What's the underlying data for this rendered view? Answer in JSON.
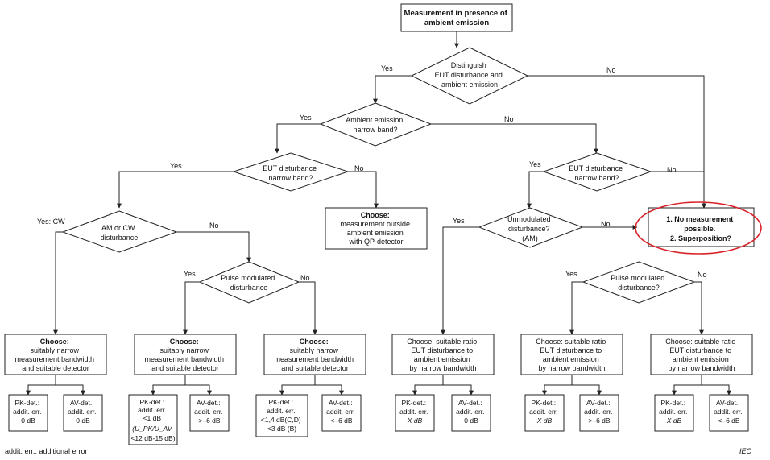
{
  "nodes": {
    "start": [
      "Measurement  in presence of",
      "ambient emission"
    ],
    "d_distinguish": [
      "Distinguish",
      "EUT disturbance and",
      "ambient emission"
    ],
    "d_ambient_nb": [
      "Ambient emission",
      "narrow band?"
    ],
    "d_eut_nb_left": [
      "EUT disturbance",
      "narrow band?"
    ],
    "d_eut_nb_right": [
      "EUT disturbance",
      "narrow band?"
    ],
    "d_am_cw": [
      "AM or CW",
      "disturbance"
    ],
    "d_pulse_left": [
      "Pulse modulated",
      "disturbance"
    ],
    "d_unmod": [
      "Unmodulated",
      "disturbance?",
      "(AM)"
    ],
    "d_pulse_right": [
      "Pulse modulated",
      "disturbance?"
    ],
    "choose_outside": [
      "Choose:",
      "measurement outside",
      "ambient emission",
      "with QP-detector"
    ],
    "no_measurement": [
      "1. No measurement",
      "possible.",
      "2. Superposition?"
    ],
    "c1": [
      "Choose:",
      "suitably narrow",
      "measurement bandwidth",
      "and  suitable detector"
    ],
    "c2": [
      "Choose:",
      "suitably narrow",
      "measurement bandwidth",
      "and suitable detector"
    ],
    "c3": [
      "Choose:",
      "suitably narrow",
      "measurement bandwidth",
      "and  suitable detector"
    ],
    "c4": [
      "Choose:  suitable ratio",
      "EUT disturbance to",
      "ambient emission",
      "by narrow bandwidth"
    ],
    "c5": [
      "Choose:  suitable ratio",
      "EUT disturbance to",
      "ambient emission",
      "by narrow bandwidth"
    ],
    "c6": [
      "Choose:  suitable  ratio",
      "EUT disturbance to",
      "ambient emission",
      "by narrow bandwidth"
    ],
    "r1_pk": [
      "PK-det.:",
      "addit. err.",
      "0 dB"
    ],
    "r1_av": [
      "AV-det.:",
      "addit. err.",
      "0 dB"
    ],
    "r2_pk": [
      "PK-det.:",
      "addit. err.",
      "<1 dB",
      "(U_PK/U_AV",
      "<12 dB-15 dB)"
    ],
    "r2_av": [
      "AV-det.:",
      "addit. err.",
      ">–6 dB"
    ],
    "r3_pk": [
      "PK-det.:",
      "addit. err.",
      "<1,4 dB(C,D)",
      "<3 dB (B)"
    ],
    "r3_av": [
      "AV-det.:",
      "addit. err.",
      "<–6 dB"
    ],
    "r4_pk": [
      "PK-det.:",
      "addit. err.",
      "X dB"
    ],
    "r4_av": [
      "AV-det.:",
      "addit. err.",
      "0 dB"
    ],
    "r5_pk": [
      "PK-det.:",
      "addit. err.",
      "X dB"
    ],
    "r5_av": [
      "AV-det.:",
      "addit. err.",
      ">–6 dB"
    ],
    "r6_pk": [
      "PK-det.:",
      "addit. err.",
      "X dB"
    ],
    "r6_av": [
      "AV-det.:",
      "addit. err.",
      "<–6 dB"
    ]
  },
  "branch_labels": {
    "distinguish_yes": "Yes",
    "distinguish_no": "No",
    "ambient_yes": "Yes",
    "ambient_no": "No",
    "eut_left_yes": "Yes",
    "eut_left_no": "No",
    "eut_right_yes": "Yes",
    "eut_right_no": "No",
    "am_cw_yes": "Yes: CW",
    "am_cw_no": "No",
    "pulse_left_yes": "Yes",
    "pulse_left_no": "No",
    "unmod_yes": "Yes",
    "unmod_no": "No",
    "pulse_right_yes": "Yes",
    "pulse_right_no": "No"
  },
  "footnote": "addit. err.:  additional error",
  "source_mark": "IEC",
  "colors": {
    "line": "#222222",
    "highlight": "#d9232a"
  }
}
